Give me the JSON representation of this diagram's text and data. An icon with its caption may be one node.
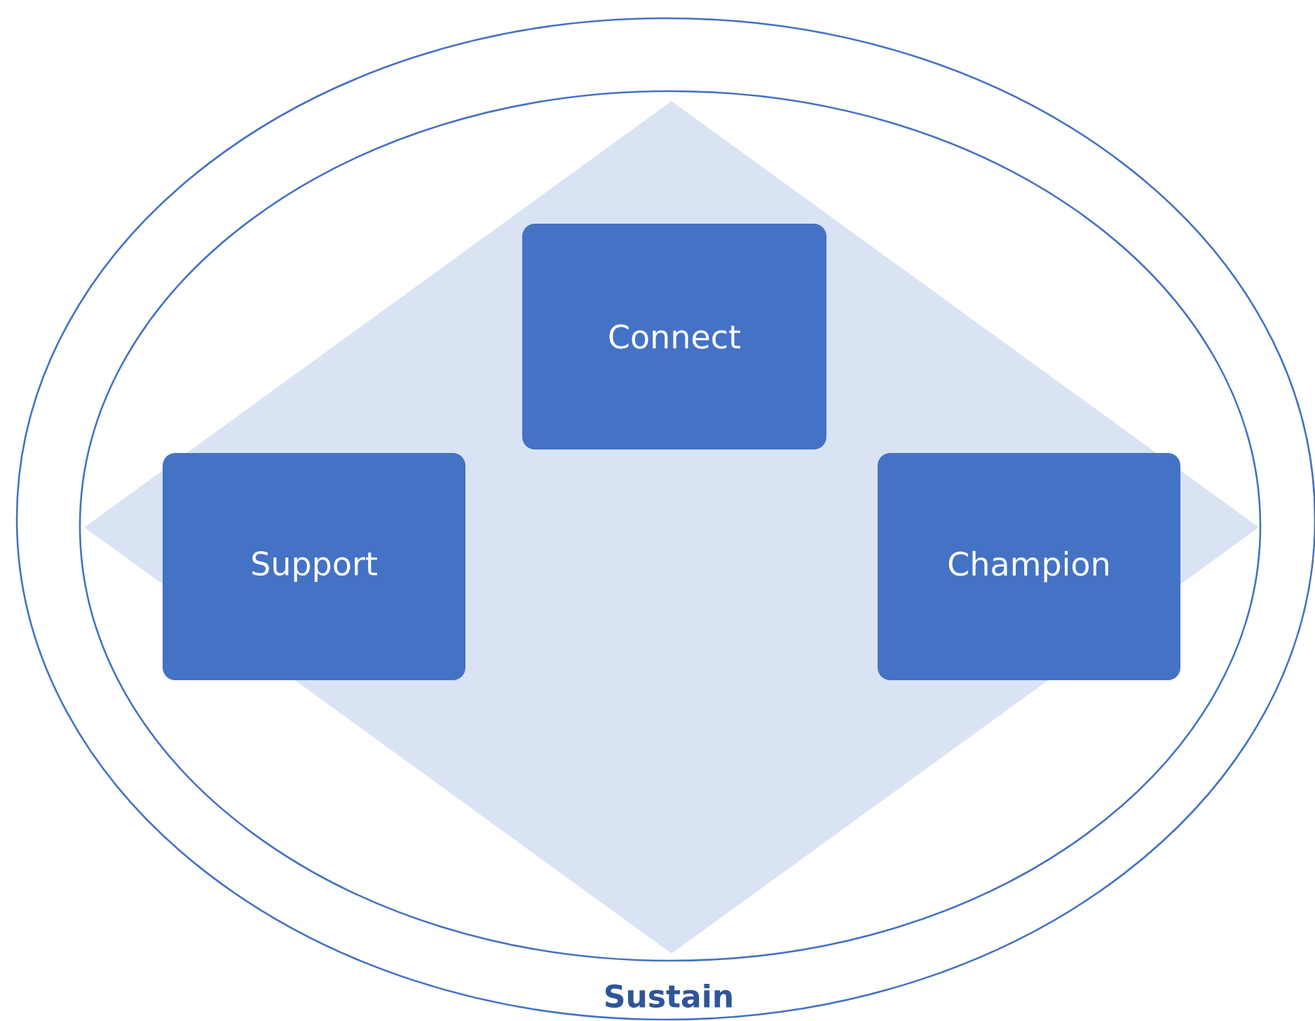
{
  "diagram": {
    "nodes": [
      {
        "text": [
          "Sustain"
        ]
      },
      {
        "text": [],
        "shape": "ellipse",
        "in": 0
      },
      {
        "text": [],
        "shape": "diamond",
        "in": 1
      },
      {
        "text": [
          "Connect"
        ],
        "in": 2
      },
      {
        "text": [
          "Support"
        ],
        "in": 2
      },
      {
        "text": [
          "Champion"
        ],
        "in": 2
      }
    ]
  }
}
